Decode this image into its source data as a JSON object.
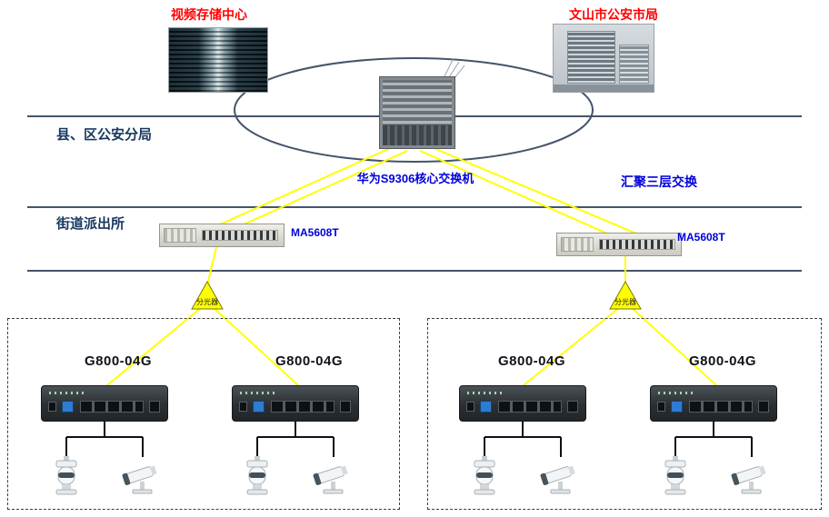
{
  "sites": {
    "video_storage_center": "视频存储中心",
    "city_bureau": "文山市公安市局"
  },
  "tiers": {
    "county_branch": "县、区公安分局",
    "street_station": "街道派出所"
  },
  "core": {
    "switch_label": "华为S9306核心交换机",
    "aggregation_note": "汇聚三层交换"
  },
  "olts": [
    {
      "label": "MA5608T"
    },
    {
      "label": "MA5608T"
    }
  ],
  "splitters": [
    {
      "label": "分光器"
    },
    {
      "label": "分光器"
    }
  ],
  "onus": [
    {
      "label": "G800-04G"
    },
    {
      "label": "G800-04G"
    },
    {
      "label": "G800-04G"
    },
    {
      "label": "G800-04G"
    }
  ],
  "colors": {
    "site_label": "#ff0000",
    "device_label": "#0000dd",
    "tier_label": "#17375e",
    "fiber_link": "#ffff00",
    "divider_line": "#44546a",
    "splitter_fill": "#ffff00"
  }
}
